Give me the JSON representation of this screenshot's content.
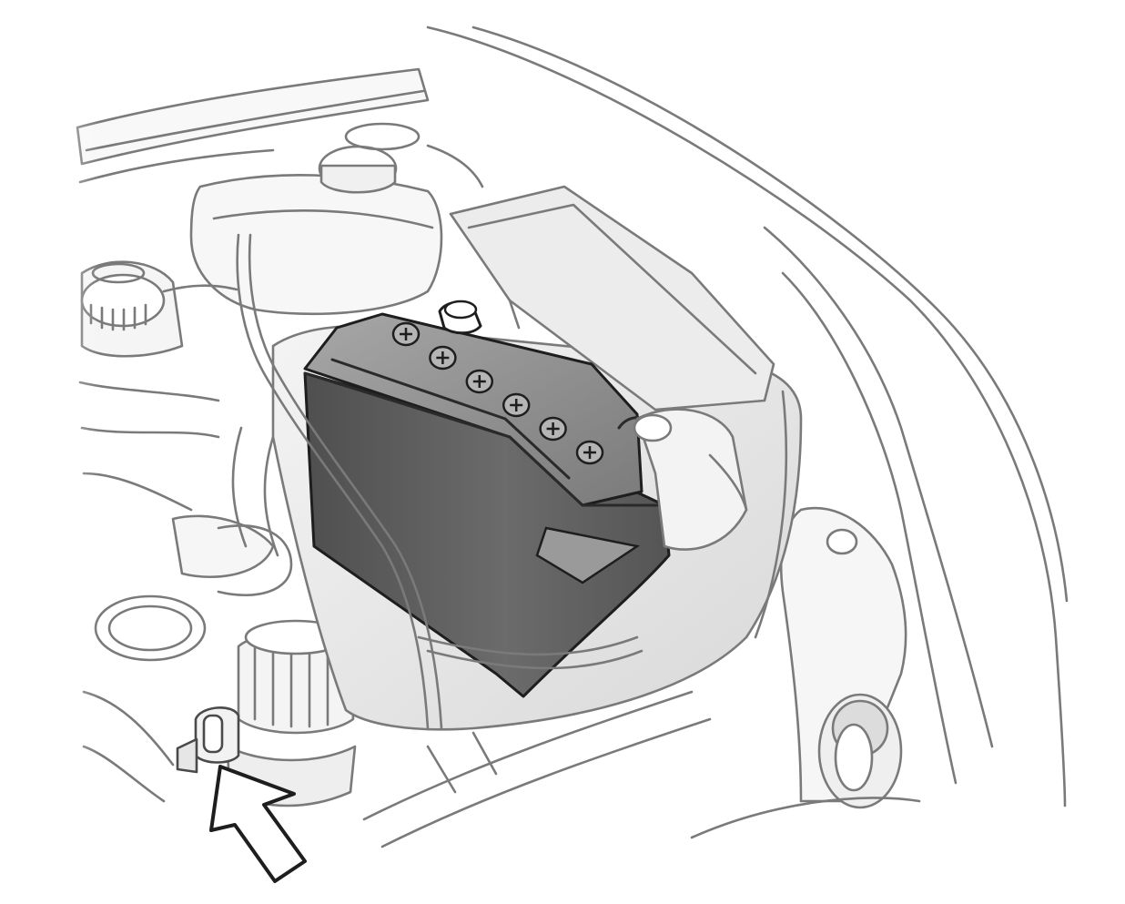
{
  "illustration": {
    "subject": "engine-compartment-battery",
    "colors": {
      "background": "#ffffff",
      "outline": "#7a7a7a",
      "battery_body": "#5f5f5f",
      "battery_top": "#8c8c8c",
      "arrow_fill": "#ffffff",
      "arrow_stroke": "#1e1e1e"
    },
    "terminal_count": 6,
    "pointer": {
      "icon": "arrow-up-left-icon",
      "target": "ground-clip"
    }
  }
}
